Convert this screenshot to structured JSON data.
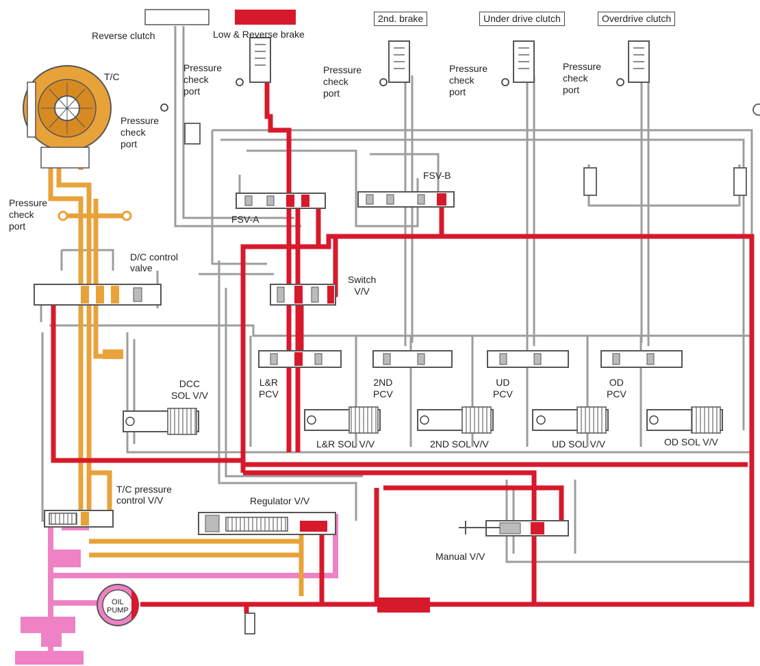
{
  "colors": {
    "line_pressure": "#d7192c",
    "converter_oil": "#e8a23a",
    "suction_oil": "#ee82c4",
    "drain": "#9c9c9c",
    "outline": "#555555",
    "background": "#ffffff"
  },
  "labels": {
    "reverse_clutch": "Reverse clutch",
    "low_reverse_brake": "Low & Reverse brake",
    "second_brake": "2nd. brake",
    "underdrive_clutch": "Under drive clutch",
    "overdrive_clutch": "Overdrive clutch",
    "torque_converter": "T/C",
    "pressure_check_port": "Pressure\ncheck\nport",
    "fsv_a": "FSV-A",
    "fsv_b": "FSV-B",
    "dc_control_valve": "D/C control\nvalve",
    "switch_valve": "Switch\nV/V",
    "dcc_sol_valve": "DCC\nSOL V/V",
    "lr_pcv": "L&R\nPCV",
    "second_pcv": "2ND\nPCV",
    "ud_pcv": "UD\nPCV",
    "od_pcv": "OD\nPCV",
    "lr_sol_valve": "L&R SOL V/V",
    "second_sol_valve": "2ND SOL V/V",
    "ud_sol_valve": "UD SOL V/V",
    "od_sol_valve": "OD SOL V/V",
    "tc_pressure_control_valve": "T/C pressure\ncontrol V/V",
    "regulator_valve": "Regulator V/V",
    "manual_valve": "Manual V/V",
    "oil_pump": "OIL\nPUMP"
  }
}
